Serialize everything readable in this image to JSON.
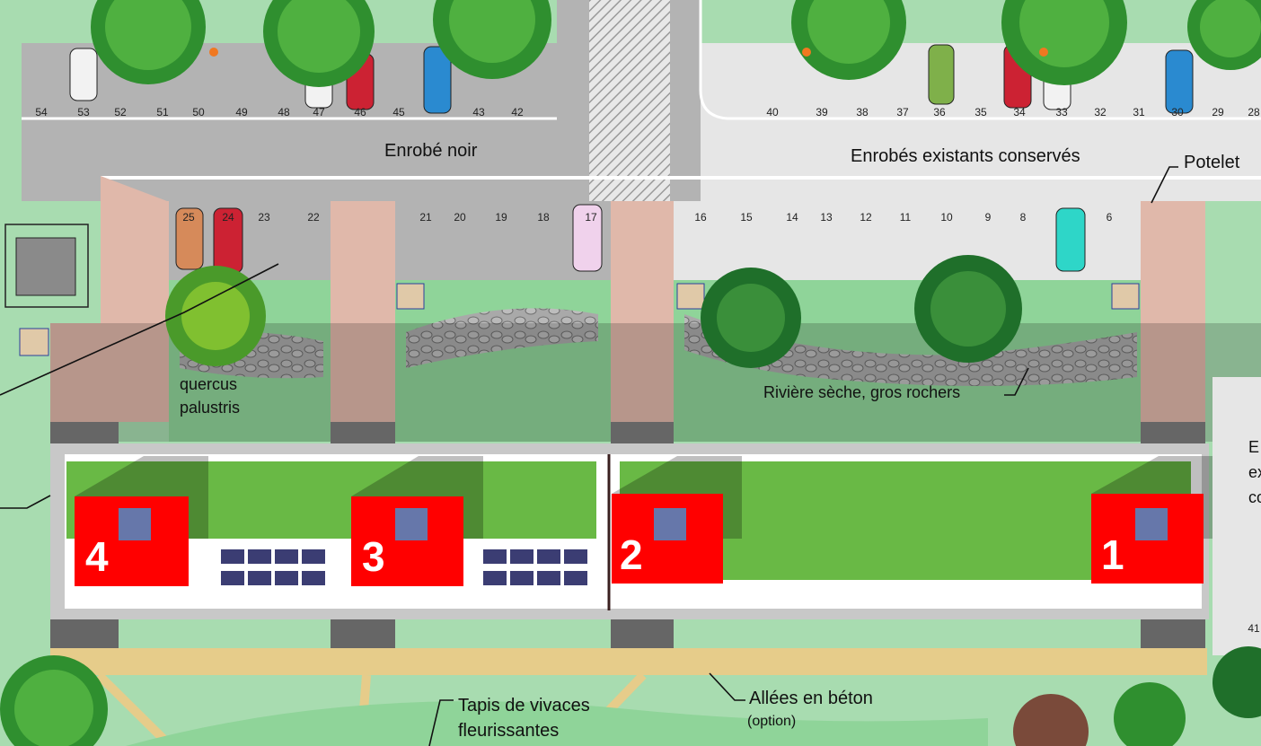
{
  "labels": {
    "enrobe_noir": "Enrobé noir",
    "enrobes_existants": "Enrobés existants conservés",
    "potelet": "Potelet",
    "quercus_1": "quercus",
    "quercus_2": "palustris",
    "riviere": "Rivière sèche, gros rochers",
    "tapis_1": "Tapis de vivaces",
    "tapis_2": "fleurissantes",
    "allees": "Allées en béton",
    "option": "(option)",
    "right_edge_1": "E",
    "right_edge_2": "ex",
    "right_edge_3": "co",
    "right_edge_num": "41"
  },
  "top_row_spaces": [
    "54",
    "53",
    "52",
    "51",
    "50",
    "49",
    "48",
    "47",
    "46",
    "45",
    "43",
    "42",
    "40",
    "39",
    "38",
    "37",
    "36",
    "35",
    "34",
    "33",
    "32",
    "31",
    "30",
    "29",
    "28"
  ],
  "middle_row_spaces": [
    "25",
    "24",
    "23",
    "22",
    "21",
    "20",
    "19",
    "18",
    "17",
    "16",
    "15",
    "14",
    "13",
    "12",
    "11",
    "10",
    "9",
    "8",
    "6"
  ],
  "buildings": [
    "4",
    "3",
    "2",
    "1"
  ],
  "colors": {
    "asphalt_dark": "#b3b3b3",
    "asphalt_light": "#e6e6e6",
    "pink_path": "#e0b8aa",
    "lawn": "#9bd9a2",
    "roof_green": "#69b945",
    "building_red": "#ff0000",
    "concrete_path": "#e6cc8a"
  }
}
